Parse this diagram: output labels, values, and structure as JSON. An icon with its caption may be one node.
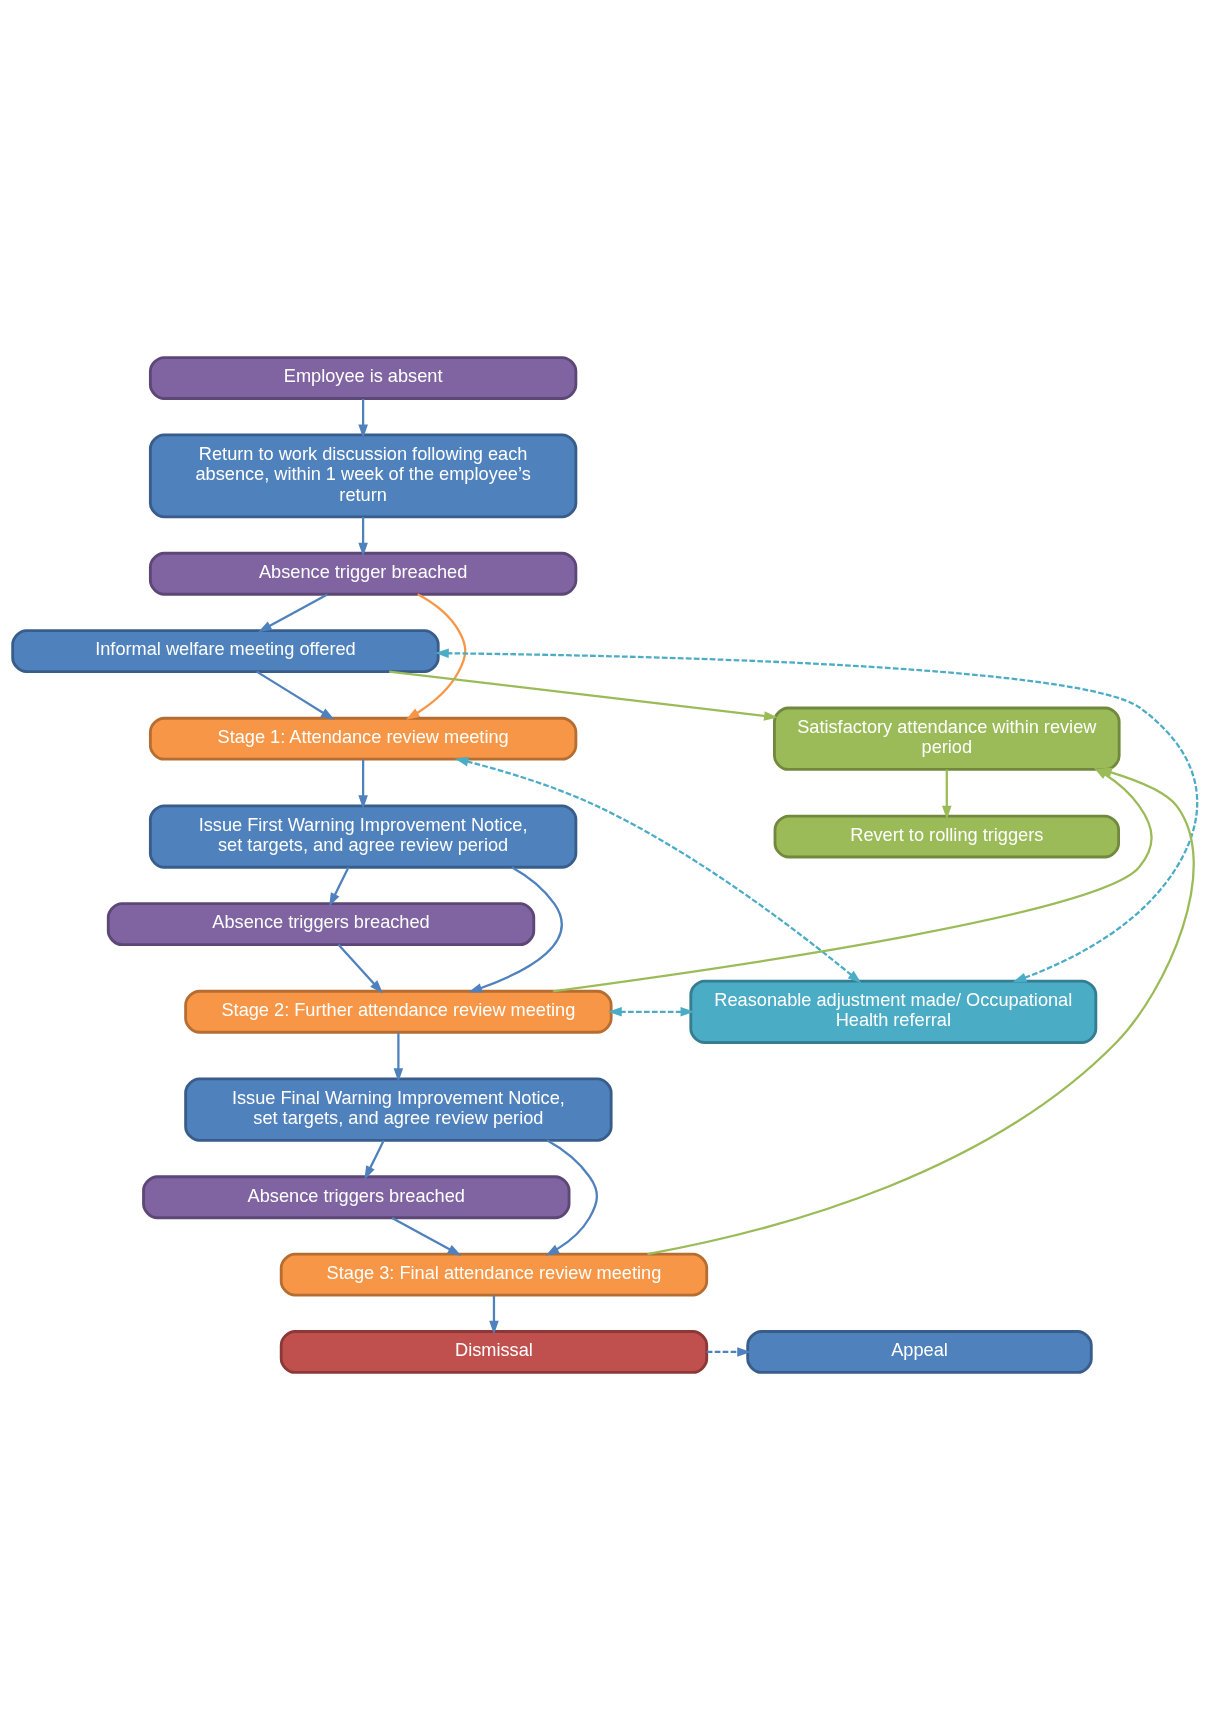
{
  "diagram": {
    "nodes": [
      {
        "text": [
          "Employee is absent"
        ]
      },
      {
        "text": [
          "Return to work discussion following each absence, within 1 week of the employee’s return"
        ]
      },
      {
        "text": [
          "Absence trigger breached"
        ]
      },
      {
        "text": [
          "Informal welfare meeting offered"
        ]
      },
      {
        "text": [
          "Stage 1: Attendance review meeting"
        ]
      },
      {
        "text": [
          "Satisfactory attendance within review period"
        ]
      },
      {
        "text": [
          "Issue First Warning Improvement Notice, set targets, and agree review period"
        ]
      },
      {
        "text": [
          "Revert to rolling triggers"
        ]
      },
      {
        "text": [
          "Absence triggers breached"
        ]
      },
      {
        "text": [
          "Reasonable adjustment made/ Occupational Health referral"
        ]
      },
      {
        "text": [
          "Stage 2: Further attendance review meeting"
        ]
      },
      {
        "text": [
          "Issue Final Warning Improvement Notice, set targets, and agree review period"
        ]
      },
      {
        "text": [
          "Absence triggers breached"
        ]
      },
      {
        "text": [
          "Stage 3: Final attendance review meeting"
        ]
      },
      {
        "text": [
          "Dismissal"
        ]
      },
      {
        "text": [
          "Appeal"
        ]
      }
    ],
    "edges": [
      {
        "from": 0,
        "to": 1,
        "arrow": "to"
      },
      {
        "from": 1,
        "to": 2,
        "arrow": "to"
      },
      {
        "from": 2,
        "to": 3,
        "arrow": "to"
      },
      {
        "from": 2,
        "to": 4,
        "arrow": "to",
        "color": "#f79646"
      },
      {
        "from": 3,
        "to": 4,
        "arrow": "to"
      },
      {
        "from": 3,
        "to": 5,
        "arrow": "to",
        "color": "#9bbb59"
      },
      {
        "from": 9,
        "to": 3,
        "arrow": "both",
        "style": "dashed",
        "color": "#4bacc6"
      },
      {
        "from": 9,
        "to": 4,
        "arrow": "both",
        "style": "dashed",
        "color": "#4bacc6"
      },
      {
        "from": 5,
        "to": 7,
        "arrow": "to",
        "color": "#9bbb59"
      },
      {
        "from": 4,
        "to": 6,
        "arrow": "to"
      },
      {
        "from": 6,
        "to": 8,
        "arrow": "to"
      },
      {
        "from": 6,
        "to": 10,
        "arrow": "to"
      },
      {
        "from": 8,
        "to": 10,
        "arrow": "to"
      },
      {
        "from": 10,
        "to": 5,
        "arrow": "to",
        "color": "#9bbb59"
      },
      {
        "from": 9,
        "to": 10,
        "arrow": "both",
        "style": "dashed",
        "color": "#4bacc6"
      },
      {
        "from": 10,
        "to": 11,
        "arrow": "to"
      },
      {
        "from": 11,
        "to": 12,
        "arrow": "to"
      },
      {
        "from": 11,
        "to": 13,
        "arrow": "to"
      },
      {
        "from": 12,
        "to": 13,
        "arrow": "to"
      },
      {
        "from": 13,
        "to": 5,
        "arrow": "to",
        "color": "#9bbb59"
      },
      {
        "from": 13,
        "to": 14,
        "arrow": "to"
      },
      {
        "from": 14,
        "to": 15,
        "arrow": "to",
        "style": "dashed"
      }
    ]
  }
}
